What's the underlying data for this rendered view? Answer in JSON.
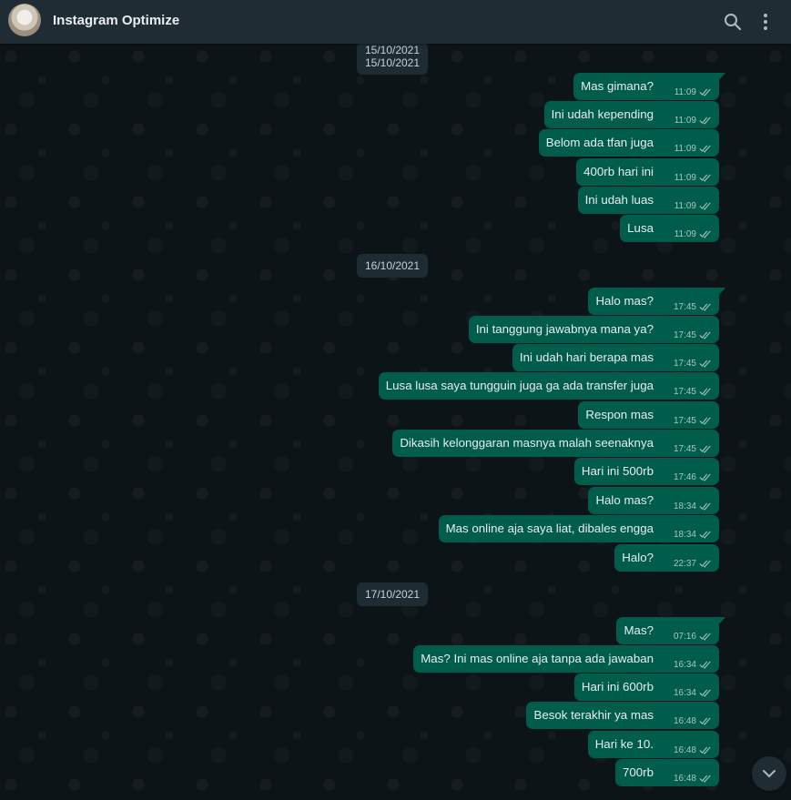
{
  "header": {
    "contact_name": "Instagram Optimize",
    "icons": [
      "avatar",
      "search-icon",
      "menu-icon"
    ]
  },
  "dates": {
    "d1_top": "15/10/2021",
    "d1": "15/10/2021",
    "d2": "16/10/2021",
    "d3": "17/10/2021"
  },
  "messages": [
    {
      "text": "Mas gimana?",
      "time": "11:09"
    },
    {
      "text": "Ini udah kepending",
      "time": "11:09"
    },
    {
      "text": "Belom ada tfan juga",
      "time": "11:09"
    },
    {
      "text": "400rb hari ini",
      "time": "11:09"
    },
    {
      "text": "Ini udah luas",
      "time": "11:09"
    },
    {
      "text": "Lusa",
      "time": "11:09"
    },
    {
      "text": "Halo mas?",
      "time": "17:45"
    },
    {
      "text": "Ini tanggung jawabnya mana ya?",
      "time": "17:45"
    },
    {
      "text": "Ini udah hari berapa mas",
      "time": "17:45"
    },
    {
      "text": "Lusa lusa saya tungguin juga ga ada transfer juga",
      "time": "17:45"
    },
    {
      "text": "Respon mas",
      "time": "17:45"
    },
    {
      "text": "Dikasih kelonggaran masnya malah seenaknya",
      "time": "17:45"
    },
    {
      "text": "Hari ini 500rb",
      "time": "17:46"
    },
    {
      "text": "Halo mas?",
      "time": "18:34"
    },
    {
      "text": "Mas online aja saya liat, dibales engga",
      "time": "18:34"
    },
    {
      "text": "Halo?",
      "time": "22:37"
    },
    {
      "text": "Mas?",
      "time": "07:16"
    },
    {
      "text": "Mas? Ini mas online aja tanpa ada jawaban",
      "time": "16:34"
    },
    {
      "text": "Hari ini 600rb",
      "time": "16:34"
    },
    {
      "text": "Besok terakhir ya mas",
      "time": "16:48"
    },
    {
      "text": "Hari ke 10.",
      "time": "16:48"
    },
    {
      "text": "700rb",
      "time": "16:48"
    }
  ],
  "colors": {
    "header_bg": "#202c33",
    "chat_bg": "#0d1418",
    "outgoing_bubble": "#005c4b",
    "date_chip": "#1d2b33"
  }
}
